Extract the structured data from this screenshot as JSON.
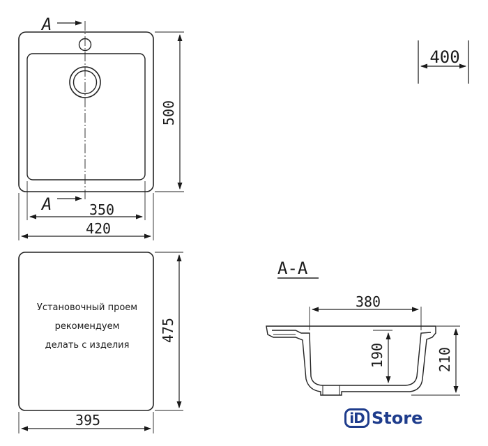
{
  "top_view": {
    "section_mark_top": "A",
    "section_mark_bottom": "A",
    "dim_height": "500",
    "dim_inner_width": "350",
    "dim_outer_width": "420"
  },
  "depth_badge": {
    "value": "400"
  },
  "cutout_view": {
    "note_lines": [
      "Установочный проем",
      "рекомендуем",
      "делать с изделия"
    ],
    "dim_height": "475",
    "dim_width": "395"
  },
  "section_view": {
    "title": "A-A",
    "dim_width": "380",
    "dim_inner_depth": "190",
    "dim_total_depth": "210"
  },
  "logo": {
    "box_text": "iD",
    "word": "Store",
    "color": "#1e3c8c"
  }
}
